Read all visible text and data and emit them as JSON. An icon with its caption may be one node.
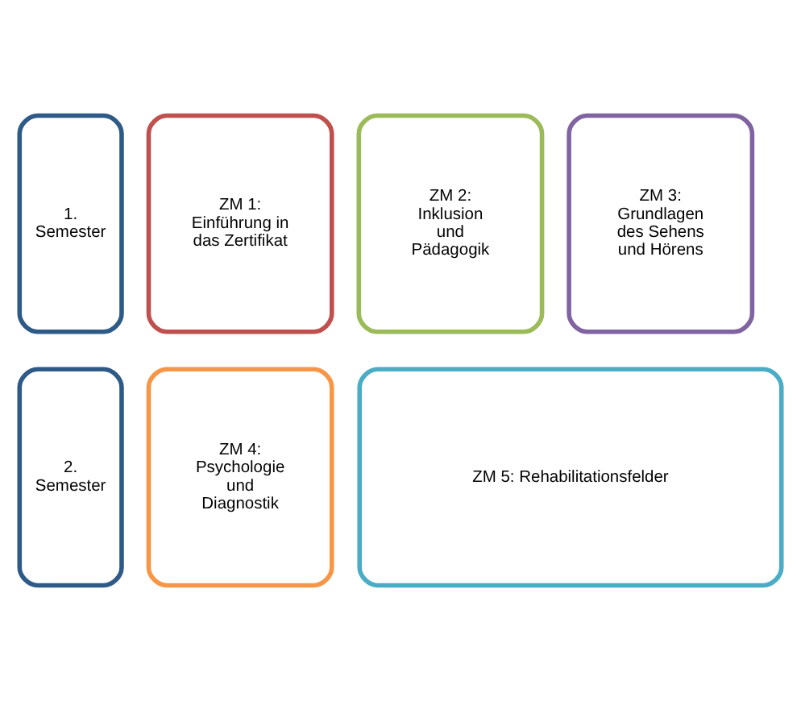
{
  "diagram": {
    "nodes": [
      {
        "text": [
          "1. Semester"
        ]
      },
      {
        "text": [
          "ZM 1: Einführung in das Zertifikat"
        ]
      },
      {
        "text": [
          "ZM 2: Inklusion und Pädagogik"
        ]
      },
      {
        "text": [
          "ZM 3: Grundlagen des Sehens und Hörens"
        ]
      },
      {
        "text": [
          "2. Semester"
        ]
      },
      {
        "text": [
          "ZM 4: Psychologie und Diagnostik"
        ]
      },
      {
        "text": [
          "ZM 5: Rehabilitationsfelder"
        ]
      }
    ],
    "edges": []
  }
}
